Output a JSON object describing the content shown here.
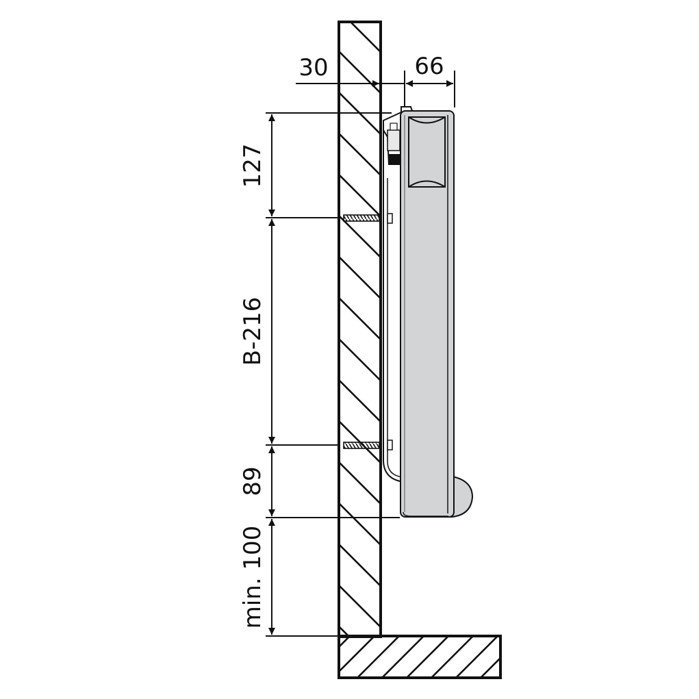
{
  "diagram": {
    "type": "technical-section-drawing",
    "subject": "radiator wall mounting side view",
    "colors": {
      "line": "#111111",
      "radiator_fill": "#d3d4d6",
      "background": "#ffffff"
    },
    "dimensions": {
      "wall_gap": {
        "label": "30"
      },
      "radiator_depth": {
        "label": "66"
      },
      "top_to_bracket": {
        "label": "127"
      },
      "bracket_spacing": {
        "label": "B-216"
      },
      "bracket_to_bottom": {
        "label": "89"
      },
      "floor_clearance": {
        "label": "min. 100"
      }
    },
    "elements": [
      "wall",
      "floor",
      "radiator",
      "upper-bracket",
      "lower-bracket",
      "upper-wall-plug",
      "lower-wall-plug"
    ]
  }
}
